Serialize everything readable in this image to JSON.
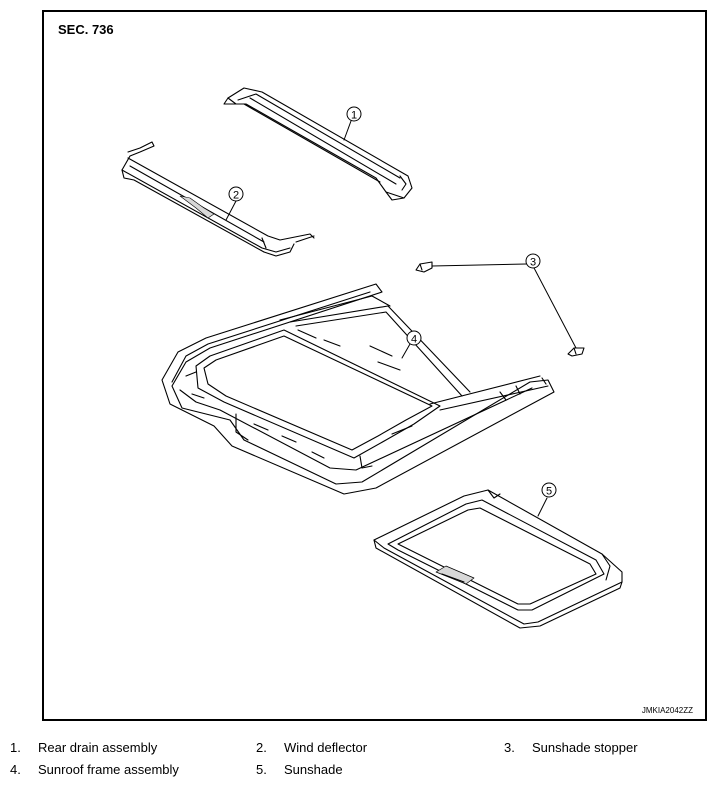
{
  "section": "SEC. 736",
  "figure_code": "JMKIA2042ZZ",
  "callouts": [
    "1",
    "2",
    "3",
    "4",
    "5"
  ],
  "legend": [
    {
      "num": "1.",
      "label": "Rear drain assembly"
    },
    {
      "num": "2.",
      "label": "Wind deflector"
    },
    {
      "num": "3.",
      "label": "Sunshade stopper"
    },
    {
      "num": "4.",
      "label": "Sunroof frame assembly"
    },
    {
      "num": "5.",
      "label": "Sunshade"
    }
  ]
}
